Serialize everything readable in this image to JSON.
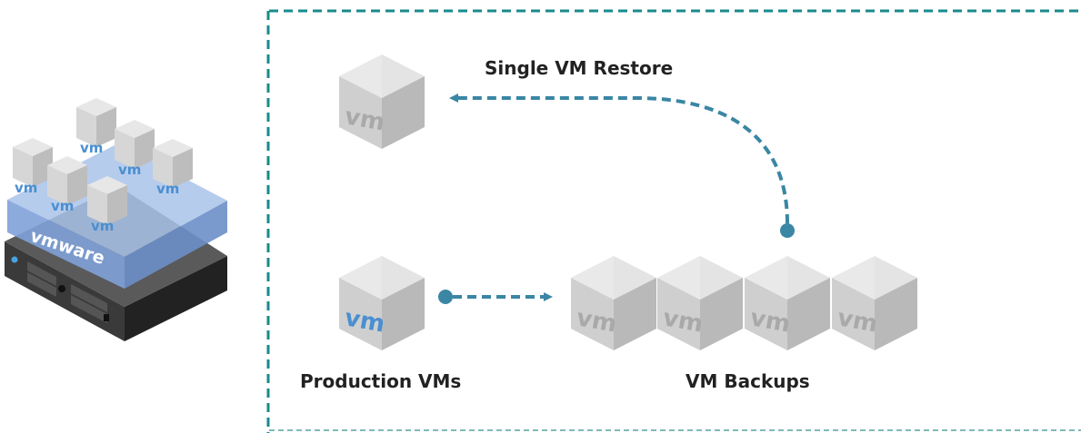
{
  "labels": {
    "single_restore": "Single VM Restore",
    "production": "Production VMs",
    "backups": "VM Backups"
  },
  "cube_text": "vm",
  "host_brand": "vmware",
  "colors": {
    "border": "#1a8a8c",
    "arrow": "#3a86a4",
    "vm_active": "#4a8fd0",
    "vm_faded": "#a9a9a9",
    "label": "#222222",
    "host_glass": "#7fa2d8"
  }
}
